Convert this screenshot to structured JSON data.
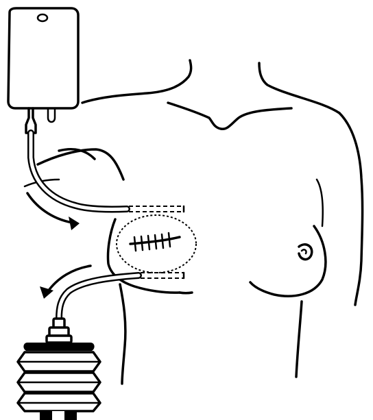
{
  "illustration": {
    "subject": "chest-surgical-drainage",
    "components": [
      "irrigation-bag",
      "inflow-tube",
      "surgical-incision-with-sutures",
      "outflow-tube",
      "suction-drain-bellows",
      "flow-direction-arrows"
    ],
    "ink_color": "#000000",
    "background_color": "#ffffff"
  }
}
